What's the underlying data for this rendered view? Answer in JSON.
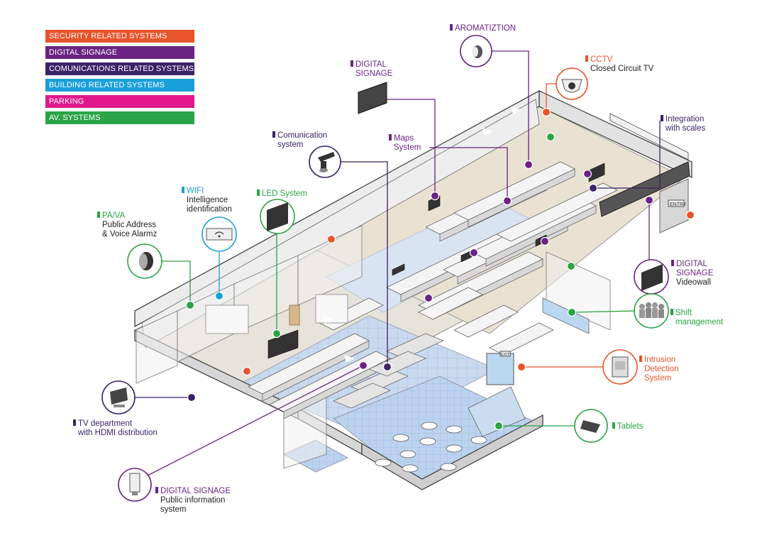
{
  "colors": {
    "security": "#e8532b",
    "digital": "#6a2383",
    "comms": "#3b2368",
    "building": "#19a0db",
    "parking": "#e0188c",
    "av": "#2aa446"
  },
  "legend": [
    {
      "label": "SECURITY RELATED SYSTEMS",
      "color": "#e8532b"
    },
    {
      "label": "DIGITAL SIGNAGE",
      "color": "#6a2383"
    },
    {
      "label": "COMUNICATIONS RELATED SYSTEMS",
      "color": "#3b2368"
    },
    {
      "label": "BUILDING RELATED SYSTEMS",
      "color": "#19a0db"
    },
    {
      "label": "PARKING",
      "color": "#e0188c"
    },
    {
      "label": "AV. SYSTEMS",
      "color": "#2aa446"
    }
  ],
  "callouts": {
    "aromatiztion": {
      "title": "AROMATIZTION",
      "sub": ""
    },
    "cctv": {
      "title": "CCTV",
      "sub": "Closed Circuit TV"
    },
    "digital_signage_top": {
      "title": "DIGITAL",
      "title2": "SIGNAGE"
    },
    "comms_system": {
      "title": "Comunication",
      "sub": "system"
    },
    "maps_system": {
      "title": "Maps",
      "sub": "System"
    },
    "integration_scales": {
      "title": "Integration",
      "sub": "with scales"
    },
    "wifi": {
      "title": "WIFI",
      "sub": "Intelligence",
      "sub2": "identification"
    },
    "led_system": {
      "title": "LED System"
    },
    "pava": {
      "title": "PA/VA",
      "sub": "Public Address",
      "sub2": "& Voice Alarmz"
    },
    "videowall": {
      "title": "DIGITAL",
      "title2": "SIGNAGE",
      "sub": "Videowall"
    },
    "shift_mgmt": {
      "title": "Shift",
      "title2": "management"
    },
    "intrusion": {
      "title": "Intrusion",
      "title2": "Detection",
      "title3": "System"
    },
    "tablets": {
      "title": "Tablets"
    },
    "tv_dept": {
      "title": "TV department",
      "title2": "with HDMI distribution"
    },
    "digital_signage_public": {
      "title": "DIGITAL SIGNAGE",
      "sub": "Public information",
      "sub2": "system"
    }
  },
  "sign": {
    "entry": "ENTRY",
    "exit": "EXIT"
  }
}
